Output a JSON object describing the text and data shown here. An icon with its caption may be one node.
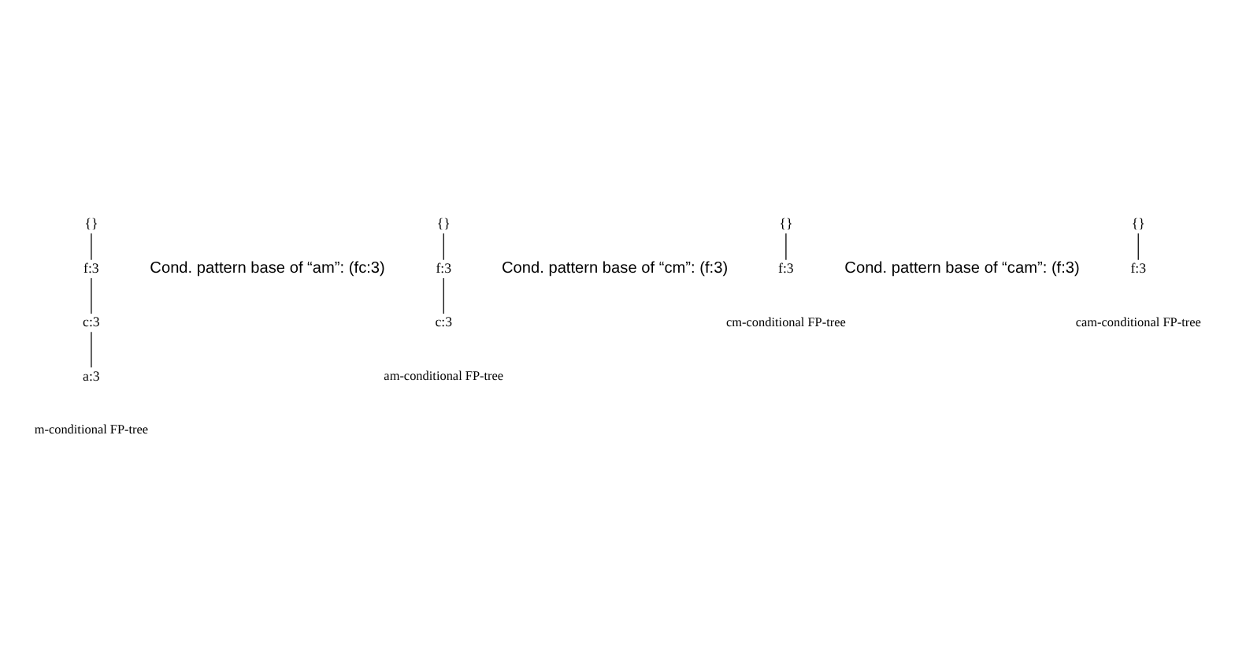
{
  "diagram": {
    "nodes": [
      {
        "text": [
          "{}"
        ]
      },
      {
        "text": [
          "f:3"
        ]
      },
      {
        "text": [
          "c:3"
        ]
      },
      {
        "text": [
          "a:3"
        ]
      },
      {
        "text": [
          "{}"
        ]
      },
      {
        "text": [
          "f:3"
        ]
      },
      {
        "text": [
          "c:3"
        ]
      },
      {
        "text": [
          "{}"
        ]
      },
      {
        "text": [
          "f:3"
        ]
      },
      {
        "text": [
          "{}"
        ]
      },
      {
        "text": [
          "f:3"
        ]
      }
    ],
    "edges": [
      {
        "from": 0,
        "to": 1,
        "arrow": "none"
      },
      {
        "from": 1,
        "to": 2,
        "arrow": "none"
      },
      {
        "from": 2,
        "to": 3,
        "arrow": "none"
      },
      {
        "from": 4,
        "to": 5,
        "arrow": "none"
      },
      {
        "from": 5,
        "to": 6,
        "arrow": "none"
      },
      {
        "from": 7,
        "to": 8,
        "arrow": "none"
      },
      {
        "from": 9,
        "to": 10,
        "arrow": "none"
      }
    ],
    "labels": [
      "Cond. pattern base of “am”: (fc:3)",
      "am-conditional FP-tree",
      "Cond. pattern base of “cm”: (f:3)",
      "m-conditional FP-tree",
      "cm-conditional FP-tree",
      "Cond. pattern base of “cam”: (f:3)",
      "cam-conditional FP-tree"
    ]
  }
}
